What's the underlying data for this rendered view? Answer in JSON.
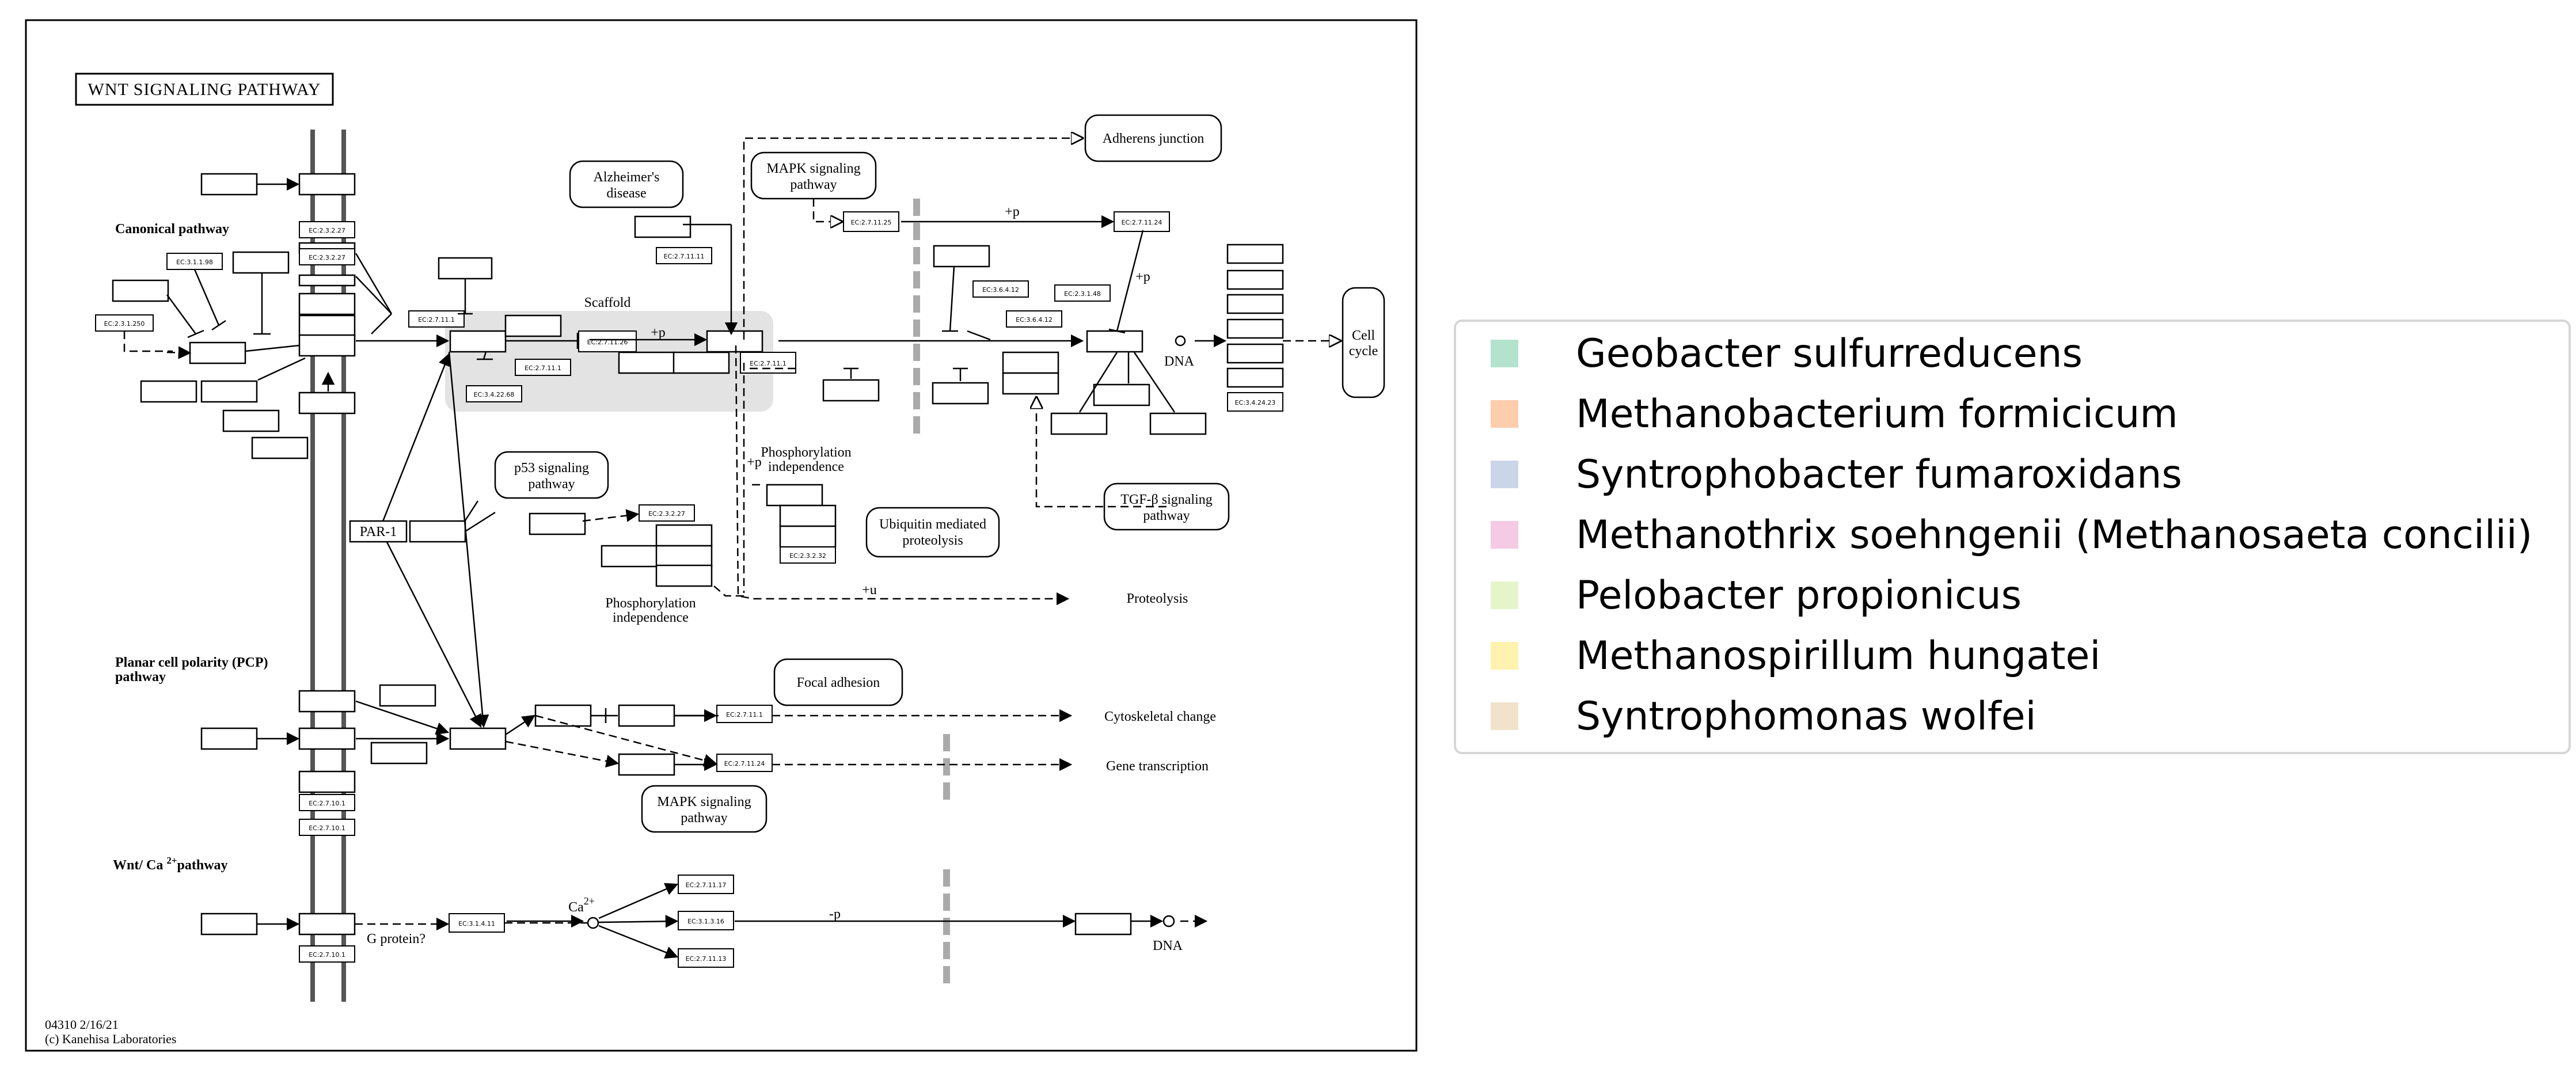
{
  "diagram": {
    "title": "WNT SIGNALING PATHWAY",
    "sections": {
      "canonical": "Canonical pathway",
      "pcp_line1": "Planar cell polarity (PCP)",
      "pcp_line2": "pathway",
      "wnt_ca_prefix": "Wnt/ Ca",
      "wnt_ca_sup": "2+",
      "wnt_ca_suffix": "pathway"
    },
    "rounded_boxes": {
      "alzheimers_1": "Alzheimer's",
      "alzheimers_2": "disease",
      "mapk_top_1": "MAPK signaling",
      "mapk_top_2": "pathway",
      "adherens": "Adherens junction",
      "cell_cycle_1": "Cell",
      "cell_cycle_2": "cycle",
      "tgfb_1": "TGF-β signaling",
      "tgfb_2": "pathway",
      "p53_1": "p53 signaling",
      "p53_2": "pathway",
      "ubiquitin_1": "Ubiquitin mediated",
      "ubiquitin_2": "proteolysis",
      "focal": "Focal adhesion",
      "mapk_bottom_1": "MAPK signaling",
      "mapk_bottom_2": "pathway"
    },
    "labels": {
      "scaffold": "Scaffold",
      "plus_p": "+p",
      "plus_u": "+u",
      "minus_p": "-p",
      "dna": "DNA",
      "par1": "PAR-1",
      "phos_indep_1": "Phosphorylation",
      "phos_indep_2": "independence",
      "proteolysis": "Proteolysis",
      "cytoskeletal": "Cytoskeletal change",
      "gene_transcription": "Gene transcription",
      "g_protein": "G protein?",
      "ca": "Ca",
      "ca_sup": "2+"
    },
    "ec": {
      "ec2_3_2_27": "EC:2.3.2.27",
      "ec3_1_1_98": "EC:3.1.1.98",
      "ec2_3_1_250": "EC:2.3.1.250",
      "ec2_7_11_1": "EC:2.7.11.1",
      "ec2_7_11_26": "EC:2.7.11.26",
      "ec3_4_22_68": "EC:3.4.22.68",
      "ec2_7_11_11": "EC:2.7.11.11",
      "ec2_7_11_25": "EC:2.7.11.25",
      "ec2_7_11_24": "EC:2.7.11.24",
      "ec3_6_4_12": "EC:3.6.4.12",
      "ec2_3_1_48": "EC:2.3.1.48",
      "ec3_4_24_23": "EC:3.4.24.23",
      "ec2_3_2_32": "EC:2.3.2.32",
      "ec2_7_10_1": "EC:2.7.10.1",
      "ec3_1_4_11": "EC:3.1.4.11",
      "ec2_7_11_17": "EC:2.7.11.17",
      "ec3_1_3_16": "EC:3.1.3.16",
      "ec2_7_11_13": "EC:2.7.11.13"
    },
    "footer_1": "04310 2/16/21",
    "footer_2": "(c) Kanehisa Laboratories"
  },
  "legend": {
    "items": [
      {
        "label": "Geobacter sulfurreducens",
        "color": "#b3e2cd"
      },
      {
        "label": "Methanobacterium formicicum",
        "color": "#fdcdac"
      },
      {
        "label": "Syntrophobacter fumaroxidans",
        "color": "#cbd5e8"
      },
      {
        "label": "Methanothrix soehngenii (Methanosaeta concilii)",
        "color": "#f4cae4"
      },
      {
        "label": "Pelobacter propionicus",
        "color": "#e6f5c9"
      },
      {
        "label": "Methanospirillum hungatei",
        "color": "#fff2ae"
      },
      {
        "label": "Syntrophomonas wolfei",
        "color": "#f1e2cc"
      }
    ]
  }
}
